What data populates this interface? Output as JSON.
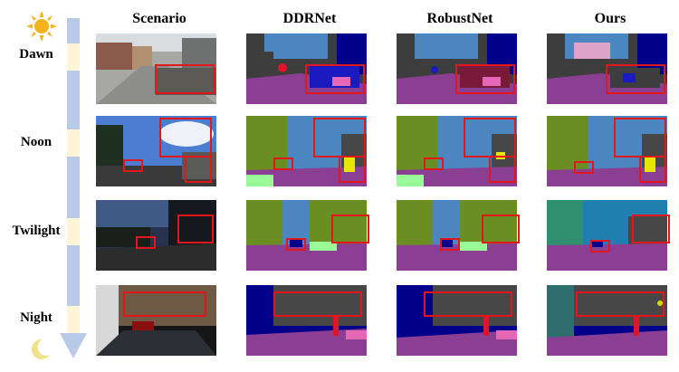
{
  "columns": [
    "Scenario",
    "DDRNet",
    "RobustNet",
    "Ours"
  ],
  "rows": [
    "Dawn",
    "Noon",
    "Twilight",
    "Night"
  ],
  "icons": {
    "top": "sun-icon",
    "bottom": "moon-icon"
  },
  "colors": {
    "highlight_box": "#e3161b",
    "timeline": "#b9c9e8",
    "tick": "#fff4d6",
    "sun": "#f6b21a",
    "moon": "#f3e08a"
  }
}
